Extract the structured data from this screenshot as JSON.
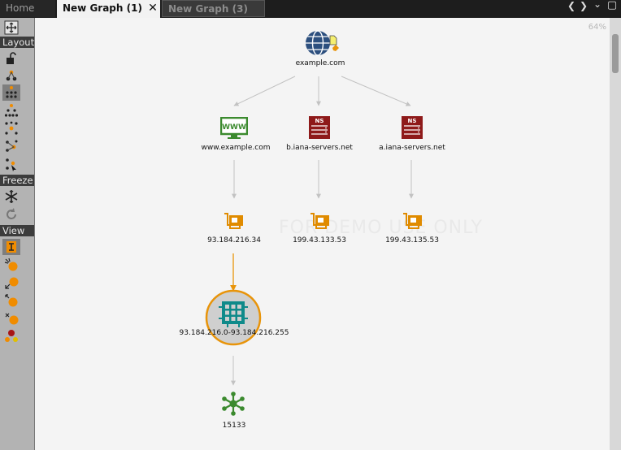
{
  "tabs": {
    "home": "Home",
    "active": "New Graph (1)",
    "inactive": "New Graph (3)",
    "close_glyph": "✕"
  },
  "window_controls": {
    "prev": "❮",
    "next": "❯",
    "menu": "⌄",
    "maximize": "▢"
  },
  "sidebar": {
    "layout_label": "Layout",
    "freeze_label": "Freeze",
    "view_label": "View"
  },
  "canvas": {
    "zoom": "64%",
    "watermark": "FOR DEMO USE ONLY"
  },
  "nodes": {
    "domain": "example.com",
    "www": "www.example.com",
    "ns_b": "b.iana-servers.net",
    "ns_a": "a.iana-servers.net",
    "ip1": "93.184.216.34",
    "ip2": "199.43.133.53",
    "ip3": "199.43.135.53",
    "netblock": "93.184.216.0-93.184.216.255",
    "asn": "15133"
  },
  "colors": {
    "selected_edge": "#e8940a",
    "edge": "#c2c2c2",
    "website_green": "#3b8a2e",
    "ns_red": "#8e1a1a",
    "ip_orange": "#e08b00",
    "netblock_teal": "#0f8a8a",
    "globe_blue": "#2c4f7e"
  }
}
